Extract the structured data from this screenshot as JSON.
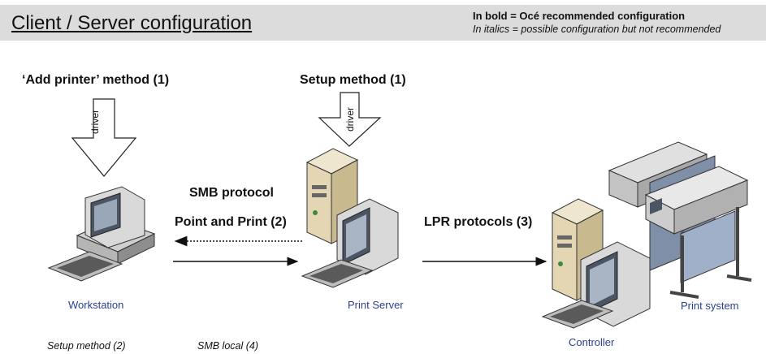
{
  "header": {
    "title": "Client / Server configuration",
    "legend_bold": "In bold = Océ recommended configuration",
    "legend_italic": "In italics =  possible configuration but not recommended"
  },
  "labels": {
    "add_printer": "‘Add printer’ method (1)",
    "setup_method": "Setup method (1)",
    "smb_protocol": "SMB protocol",
    "point_and_print": "Point and Print (2)",
    "lpr_protocols": "LPR protocols (3)"
  },
  "arrows": {
    "driver_left": "driver",
    "driver_right": "driver"
  },
  "captions": {
    "workstation": "Workstation",
    "print_server": "Print Server",
    "controller": "Controller",
    "print_system": "Print system"
  },
  "notes": {
    "setup_method_2": "Setup method (2)",
    "smb_local": "SMB local (4)"
  }
}
